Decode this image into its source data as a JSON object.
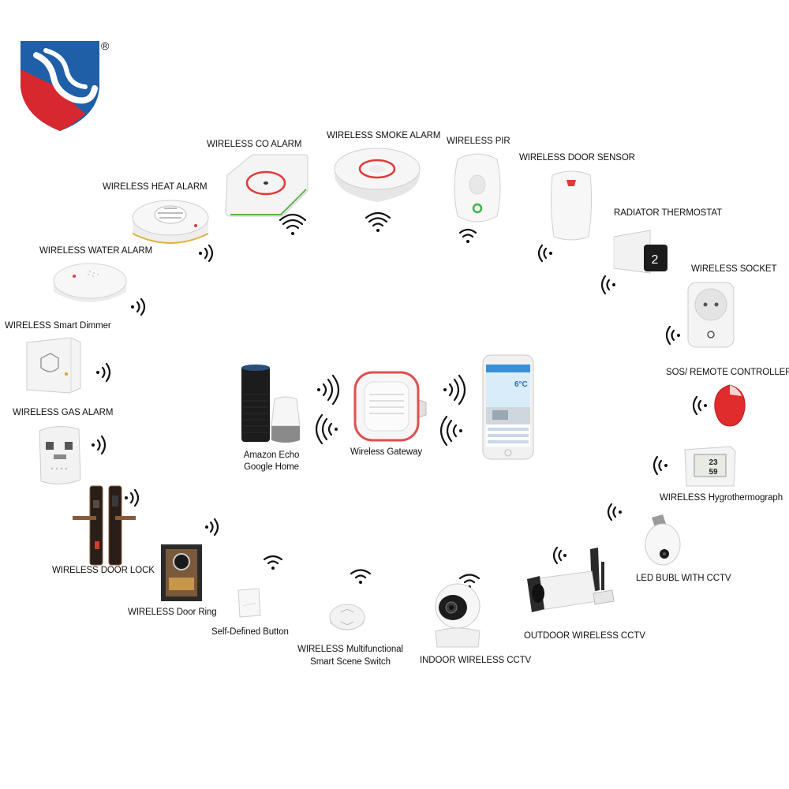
{
  "logo": {
    "registered_mark": "®",
    "colors": {
      "blue": "#1f5fa8",
      "red": "#d7282f"
    }
  },
  "labels": {
    "co_alarm": "WIRELESS CO ALARM",
    "smoke_alarm": "WIRELESS SMOKE ALARM",
    "pir": "WIRELESS PIR",
    "door_sensor": "WIRELESS DOOR SENSOR",
    "heat_alarm": "WIRELESS HEAT ALARM",
    "radiator_thermostat": "RADIATOR THERMOSTAT",
    "water_alarm": "WIRELESS WATER ALARM",
    "socket": "WIRELESS SOCKET",
    "smart_dimmer": "WIRELESS Smart Dimmer",
    "sos_remote": "SOS/ REMOTE CONTROLLER",
    "gas_alarm": "WIRELESS GAS ALARM",
    "hygrothermograph": "WIRELESS Hygrothermograph",
    "door_lock": "WIRELESS DOOR LOCK",
    "led_bulb": "LED BUBL  WITH CCTV",
    "door_ring": "WIRELESS Door Ring",
    "custom_button": "Self-Defined Button",
    "outdoor_cctv": "OUTDOOR WIRELESS  CCTV",
    "scene_switch_line1": "WIRELESS Multifunctional",
    "scene_switch_line2": "Smart Scene Switch",
    "indoor_cctv": "INDOOR WIRELESS  CCTV",
    "assistant_line1": "Amazon Echo",
    "assistant_line2": "Google Home",
    "gateway": "Wireless Gateway"
  },
  "phone": {
    "temperature": "6°C"
  },
  "hygrometer": {
    "temp": "23",
    "humidity": "59"
  },
  "thermostat": {
    "display": "2"
  },
  "colors": {
    "alarm_red": "#e03a3a",
    "pir_green": "#3cb44b",
    "device_white": "#f2f2f2"
  }
}
